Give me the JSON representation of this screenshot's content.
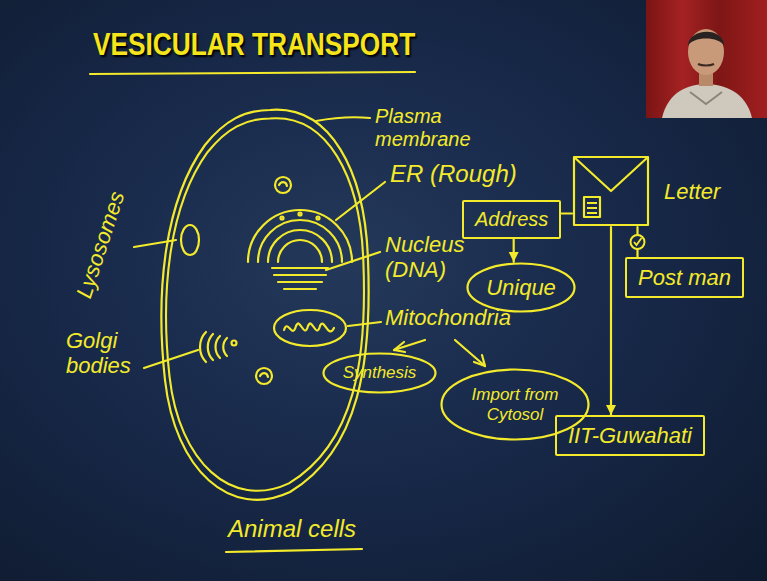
{
  "diagram": {
    "title": "VESICULAR TRANSPORT",
    "nodes": [
      {
        "text": [
          "Address"
        ]
      },
      {
        "text": [
          "Letter"
        ]
      },
      {
        "text": [
          "Unique"
        ]
      },
      {
        "text": [
          "Post man"
        ]
      },
      {
        "text": [
          "Synthesis"
        ]
      },
      {
        "text": [
          "Import from Cytosol"
        ]
      },
      {
        "text": [
          "IIT-Guwahati"
        ]
      }
    ],
    "edges": [
      {
        "from": 0,
        "to": 1,
        "arrow": "none"
      },
      {
        "from": 0,
        "to": 2,
        "arrow": "to"
      },
      {
        "from": 1,
        "to": 3,
        "arrow": "none"
      },
      {
        "from": 1,
        "to": 6,
        "arrow": "to"
      }
    ],
    "labels": [
      "Plasma membrane",
      "ER (Rough)",
      "Nucleus (DNA)",
      "Mitochondria",
      "Lysosomes",
      "Golgi bodies",
      "Animal cells"
    ]
  }
}
